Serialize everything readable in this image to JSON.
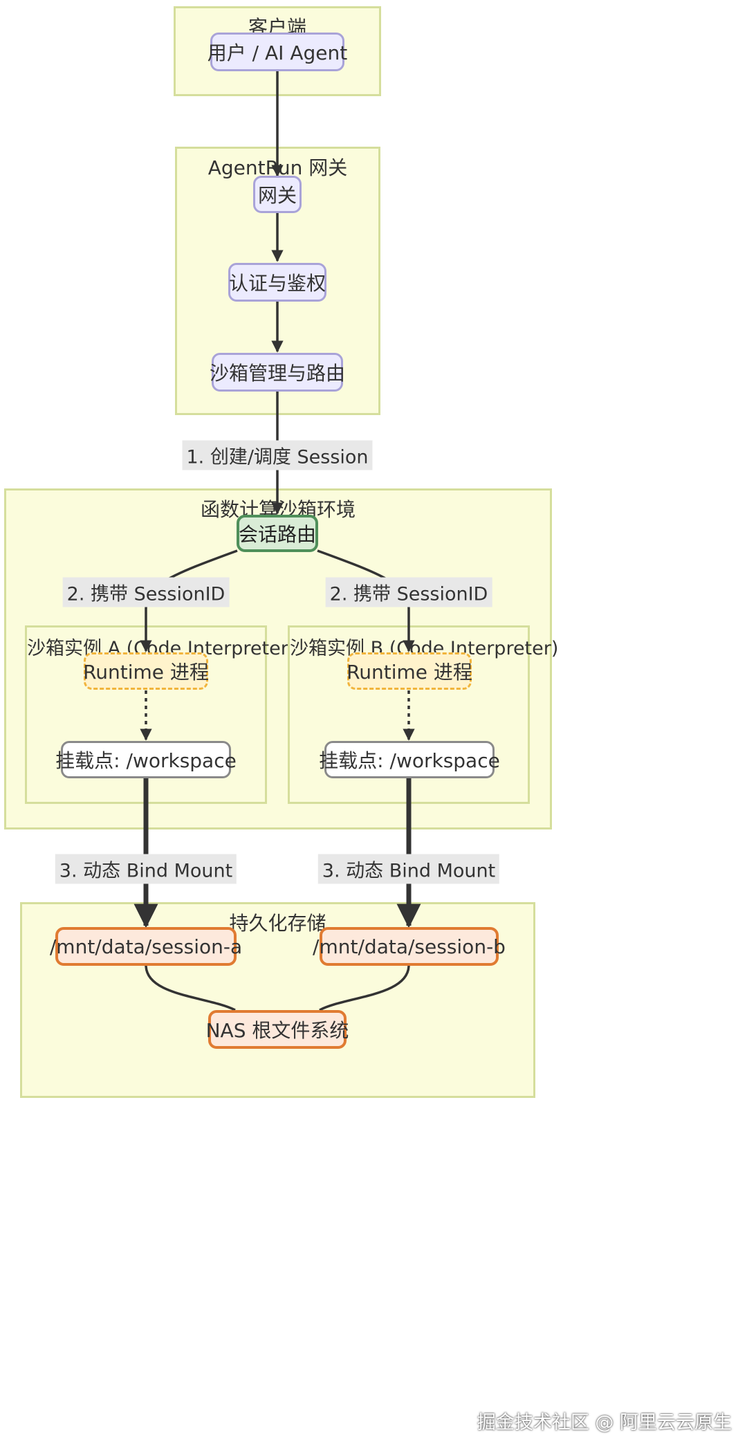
{
  "clusters": {
    "client": "客户端",
    "gateway": "AgentRun 网关",
    "fc": "函数计算沙箱环境",
    "sandbox_a": "沙箱实例 A (Code Interpreter)",
    "sandbox_b": "沙箱实例 B (Code Interpreter)",
    "storage": "持久化存储"
  },
  "nodes": {
    "user": "用户 / AI Agent",
    "gateway": "网关",
    "auth": "认证与鉴权",
    "routing": "沙箱管理与路由",
    "session_router": "会话路由",
    "runtime_a": "Runtime 进程",
    "mount_a": "挂载点: /workspace",
    "runtime_b": "Runtime 进程",
    "mount_b": "挂载点: /workspace",
    "data_a": "/mnt/data/session-a",
    "data_b": "/mnt/data/session-b",
    "nas": "NAS 根文件系统"
  },
  "edges": {
    "create_session": "1. 创建/调度 Session",
    "carry_a": "2. 携带 SessionID",
    "carry_b": "2. 携带 SessionID",
    "bind_a": "3. 动态 Bind Mount",
    "bind_b": "3. 动态 Bind Mount"
  },
  "colors": {
    "cluster_fill": "#fbfcdc",
    "cluster_border": "#d5de9c",
    "purple_node": "#ecebfe",
    "green_node": "#d9ecd6",
    "runtime_node": "#fff3cc",
    "storage_node": "#fde9dc",
    "edge": "#333333"
  },
  "watermark": "掘金技术社区 @ 阿里云云原生"
}
